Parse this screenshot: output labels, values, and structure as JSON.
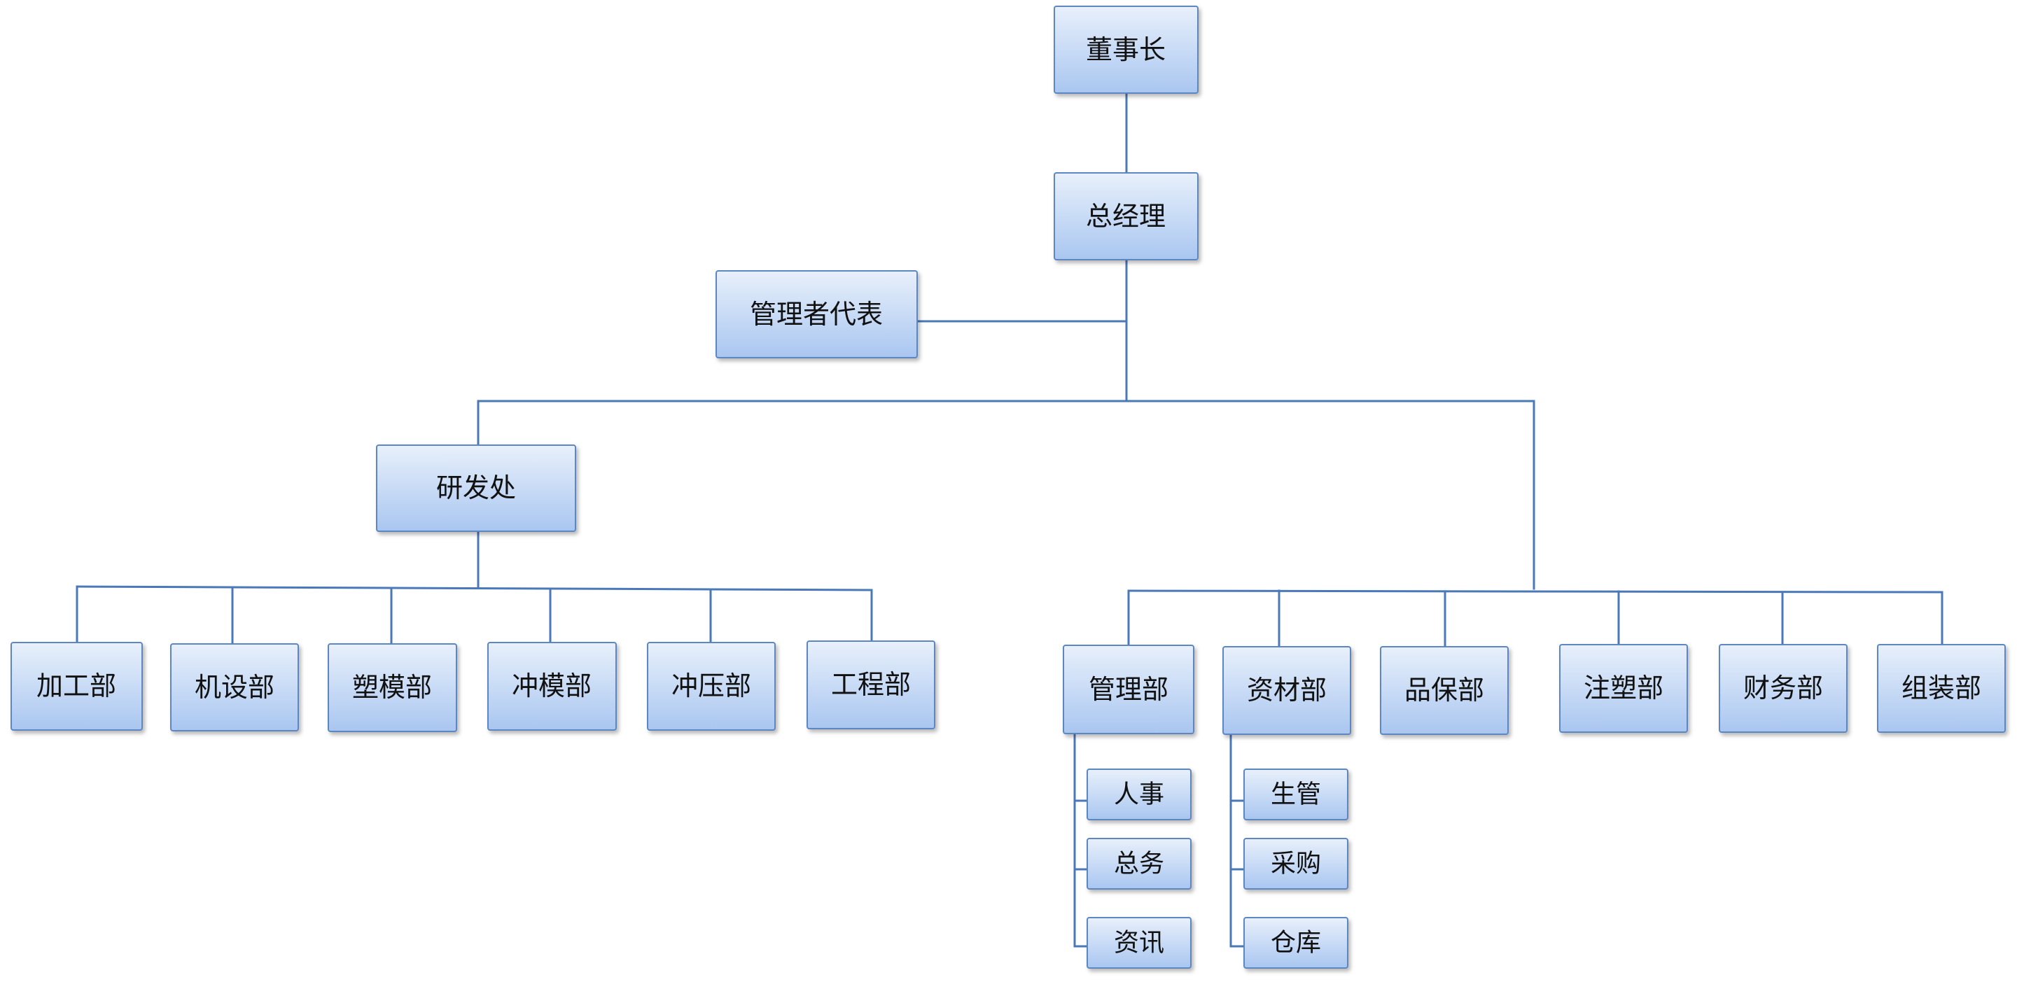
{
  "diagram": {
    "chairman": "董事长",
    "general_manager": "总经理",
    "management_rep": "管理者代表",
    "rnd": "研发处",
    "rnd_departments": [
      "加工部",
      "机设部",
      "塑模部",
      "冲模部",
      "冲压部",
      "工程部"
    ],
    "departments": [
      "管理部",
      "资材部",
      "品保部",
      "注塑部",
      "财务部",
      "组装部"
    ],
    "management_sub": [
      "人事",
      "总务",
      "资讯"
    ],
    "materials_sub": [
      "生管",
      "采购",
      "仓库"
    ]
  },
  "colors": {
    "box_top": "#e8f0fb",
    "box_bottom": "#a9c6f0",
    "border": "#5b87c2",
    "connector": "#4a78b8"
  }
}
